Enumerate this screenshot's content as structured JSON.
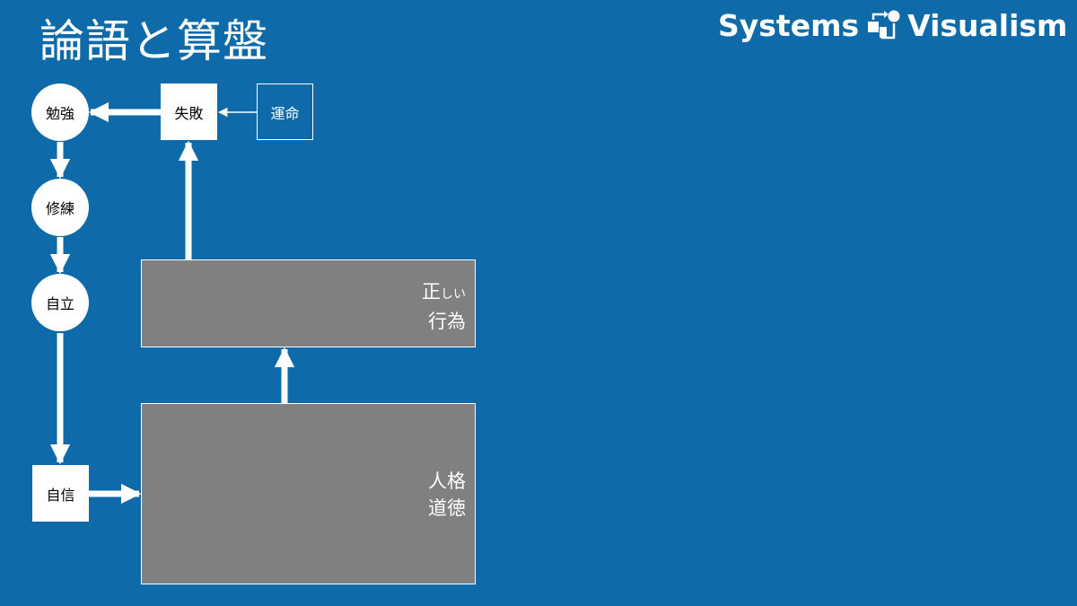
{
  "title": "論語と算盤",
  "brand": {
    "left": "Systems",
    "right": "Visualism",
    "logo_icon": "flow-diagram-logo-icon"
  },
  "nodes": {
    "benkyo": "勉強",
    "shuren": "修練",
    "jiritsu": "自立",
    "jishin": "自信",
    "shippai": "失敗",
    "unmei": "運命",
    "tadashii": {
      "main": "正",
      "small": "しい",
      "line2": "行為"
    },
    "jinkaku": {
      "line1": "人格",
      "line2": "道徳"
    }
  },
  "colors": {
    "background": "#0e6aa8",
    "box_fill": "#808080",
    "white": "#ffffff"
  }
}
